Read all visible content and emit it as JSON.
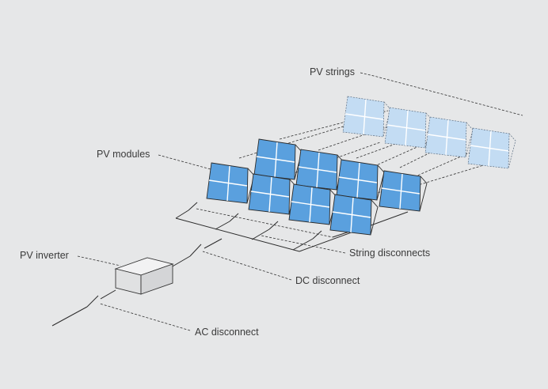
{
  "labels": {
    "pv_strings": "PV strings",
    "pv_modules": "PV modules",
    "pv_inverter": "PV inverter",
    "string_disconnects": "String disconnects",
    "dc_disconnect": "DC disconnect",
    "ac_disconnect": "AC disconnect"
  },
  "colors": {
    "background": "#e6e7e8",
    "panel_solid": "#5aa0de",
    "panel_faded": "#c3dcf3",
    "line": "#2b2b2b",
    "inverter_fill": "#dfe0e1"
  }
}
